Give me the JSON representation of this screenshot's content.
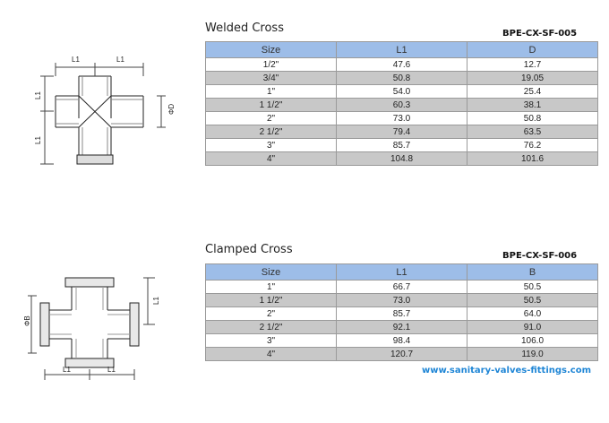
{
  "welded": {
    "title": "Welded Cross",
    "code": "BPE-CX-SF-005",
    "headers": [
      "Size",
      "L1",
      "D"
    ],
    "rows": [
      [
        "1/2\"",
        "47.6",
        "12.7"
      ],
      [
        "3/4\"",
        "50.8",
        "19.05"
      ],
      [
        "1\"",
        "54.0",
        "25.4"
      ],
      [
        "1 1/2\"",
        "60.3",
        "38.1"
      ],
      [
        "2\"",
        "73.0",
        "50.8"
      ],
      [
        "2 1/2\"",
        "79.4",
        "63.5"
      ],
      [
        "3\"",
        "85.7",
        "76.2"
      ],
      [
        "4\"",
        "104.8",
        "101.6"
      ]
    ],
    "drawing_labels": {
      "l1": "L1",
      "d": "ΦD"
    }
  },
  "clamped": {
    "title": "Clamped Cross",
    "code": "BPE-CX-SF-006",
    "headers": [
      "Size",
      "L1",
      "B"
    ],
    "rows": [
      [
        "1\"",
        "66.7",
        "50.5"
      ],
      [
        "1 1/2\"",
        "73.0",
        "50.5"
      ],
      [
        "2\"",
        "85.7",
        "64.0"
      ],
      [
        "2 1/2\"",
        "92.1",
        "91.0"
      ],
      [
        "3\"",
        "98.4",
        "106.0"
      ],
      [
        "4\"",
        "120.7",
        "119.0"
      ]
    ],
    "drawing_labels": {
      "l1": "L1",
      "b": "ΦB"
    }
  },
  "website": "www.sanitary-valves-fittings.com",
  "colors": {
    "header": "#9dbde8",
    "stripe": "#c8c8c8",
    "link": "#1f86d6"
  }
}
